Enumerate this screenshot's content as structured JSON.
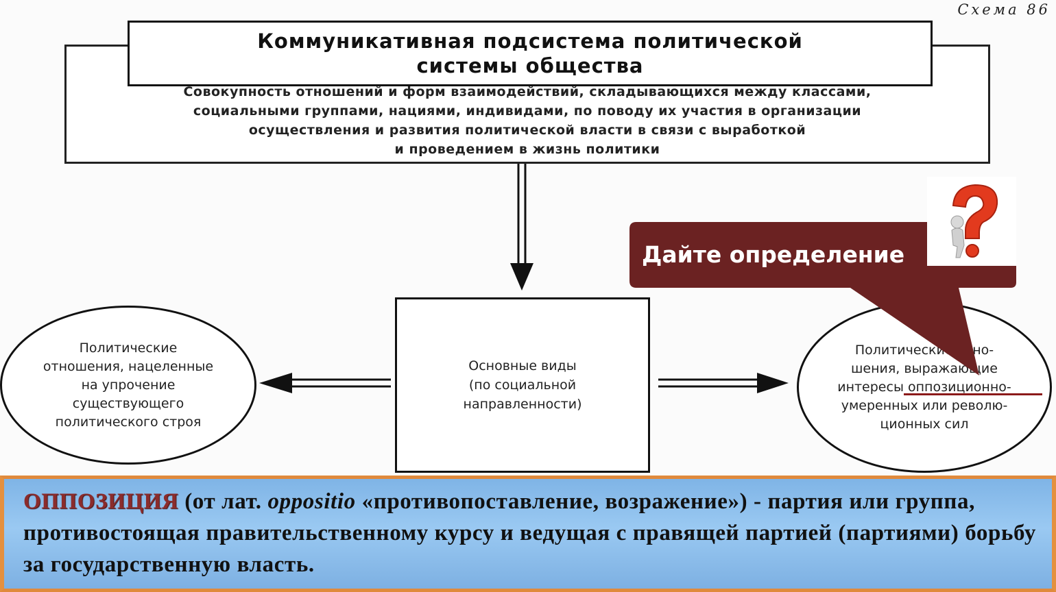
{
  "scheme_label": "Схема 86",
  "title": {
    "line1": "Коммуникативная подсистема политической",
    "line2": "системы общества"
  },
  "definition": {
    "line1": "Совокупность отношений и форм взаимодействий, складывающихся между классами,",
    "line2": "социальными группами, нациями, индивидами, по поводу их участия в организации",
    "line3": "осуществления и развития политической власти в связи с выработкой",
    "line4": "и проведением в жизнь политики"
  },
  "center": {
    "line1": "Основные виды",
    "line2": "(по социальной",
    "line3": "направленности)"
  },
  "left_node": {
    "line1": "Политические",
    "line2": "отношения, нацеленные",
    "line3": "на упрочение",
    "line4": "существующего",
    "line5": "политического строя"
  },
  "right_node": {
    "line1": "Политические отно-",
    "line2": "шения, выражающие",
    "line3": "интересы оппозиционно-",
    "line4": "умеренных или револю-",
    "line5": "ционных сил"
  },
  "callout": {
    "text": "Дайте определение",
    "icon": "question-mark-figure-icon",
    "color": "#6b2222"
  },
  "definition_panel": {
    "term": "ОППОЗИЦИЯ",
    "part1": " (от лат. ",
    "latin": "oppositio",
    "part2": " «противопоставление, возражение») - партия или группа, противостоящая правительственному курсу и ведущая с правящей партией (партиями) борьбу за государственную власть.",
    "border_color": "#e08a3c",
    "background_color": "#8fbfee"
  }
}
